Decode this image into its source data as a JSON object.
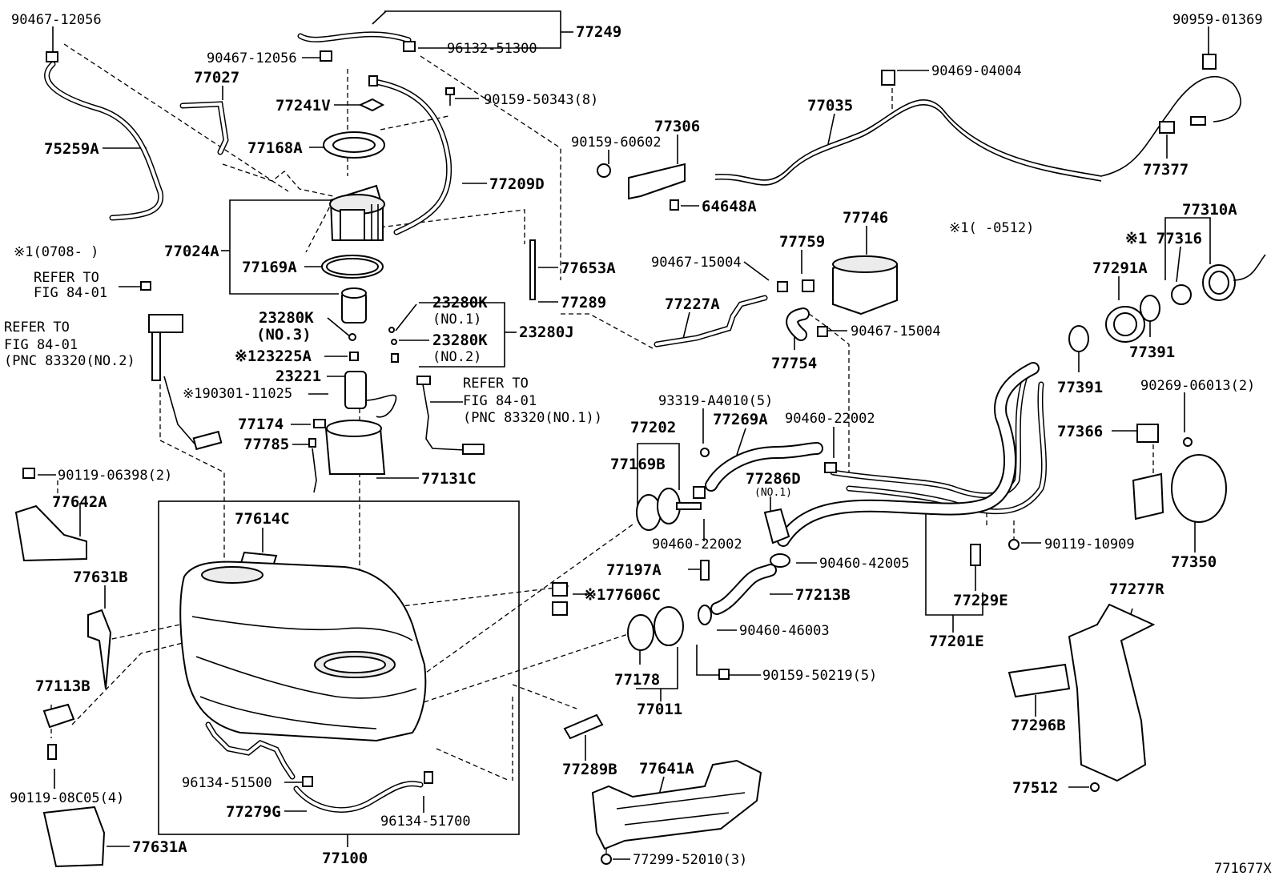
{
  "diagram_id": "771677X",
  "labels": {
    "p90467_12056_a": "90467-12056",
    "p77249": "77249",
    "p96132_51300": "96132-51300",
    "p90467_12056_b": "90467-12056",
    "p77027": "77027",
    "p77241V": "77241V",
    "p90159_50343": "90159-50343(8)",
    "p75259A": "75259A",
    "p77168A": "77168A",
    "p77209D": "77209D",
    "p90959_01369": "90959-01369",
    "p90469_04004": "90469-04004",
    "p77035": "77035",
    "p77306": "77306",
    "p90159_60602": "90159-60602",
    "p77377": "77377",
    "p64648A": "64648A",
    "note_0512": "※1(     -0512)",
    "note_0708": "※1(0708-     )",
    "p77024A": "77024A",
    "p77169A": "77169A",
    "p77653A": "77653A",
    "p77746": "77746",
    "p77759": "77759",
    "p90467_15004_a": "90467-15004",
    "p77310A": "77310A",
    "p77316": "※1 77316",
    "p77291A": "77291A",
    "ref1_a": "REFER TO",
    "ref1_b": "FIG 84-01",
    "p23280K_no1": "23280K",
    "p23280K_no1_sub": "(NO.1)",
    "p77289": "77289",
    "p23280K_no3": "23280K",
    "p23280K_no3_sub": "(NO.3)",
    "p23280K_no2": "23280K",
    "p23280K_no2_sub": "(NO.2)",
    "p23280J": "23280J",
    "p77227A": "77227A",
    "p90467_15004_b": "90467-15004",
    "ref2_a": "REFER TO",
    "ref2_b": "FIG 84-01",
    "ref2_c": "(PNC 83320(NO.2)",
    "p23225A": "※123225A",
    "p77754": "77754",
    "p77391_a": "77391",
    "p77391_b": "77391",
    "p23221": "23221",
    "p90301_11025": "※190301-11025",
    "ref3_a": "REFER TO",
    "ref3_b": "FIG 84-01",
    "ref3_c": "(PNC 83320(NO.1))",
    "p93319_A4010": "93319-A4010(5)",
    "p90269_06013": "90269-06013(2)",
    "p77174": "77174",
    "p77202": "77202",
    "p77269A": "77269A",
    "p90460_22002_a": "90460-22002",
    "p77366": "77366",
    "p77785": "77785",
    "p77131C": "77131C",
    "p77169B": "77169B",
    "p77286D": "77286D",
    "p77286D_sub": "(NO.1)",
    "p90119_06398": "90119-06398(2)",
    "p77642A": "77642A",
    "p77614C": "77614C",
    "p90460_22002_b": "90460-22002",
    "p90119_10909": "90119-10909",
    "p77197A": "77197A",
    "p90460_42005": "90460-42005",
    "p77350": "77350",
    "p77631B": "77631B",
    "p77606C": "※177606C",
    "p77213B": "77213B",
    "p77229E": "77229E",
    "p77277R": "77277R",
    "p90460_46003": "90460-46003",
    "p77201E": "77201E",
    "p90159_50219": "90159-50219(5)",
    "p77113B": "77113B",
    "p77178": "77178",
    "p77011": "77011",
    "p77296B": "77296B",
    "p90119_08C05": "90119-08C05(4)",
    "p96134_51500": "96134-51500",
    "p77289B": "77289B",
    "p77641A": "77641A",
    "p77279G": "77279G",
    "p96134_51700": "96134-51700",
    "p77512": "77512",
    "p77631A": "77631A",
    "p77100": "77100",
    "p77299_52010": "77299-52010(3)"
  }
}
